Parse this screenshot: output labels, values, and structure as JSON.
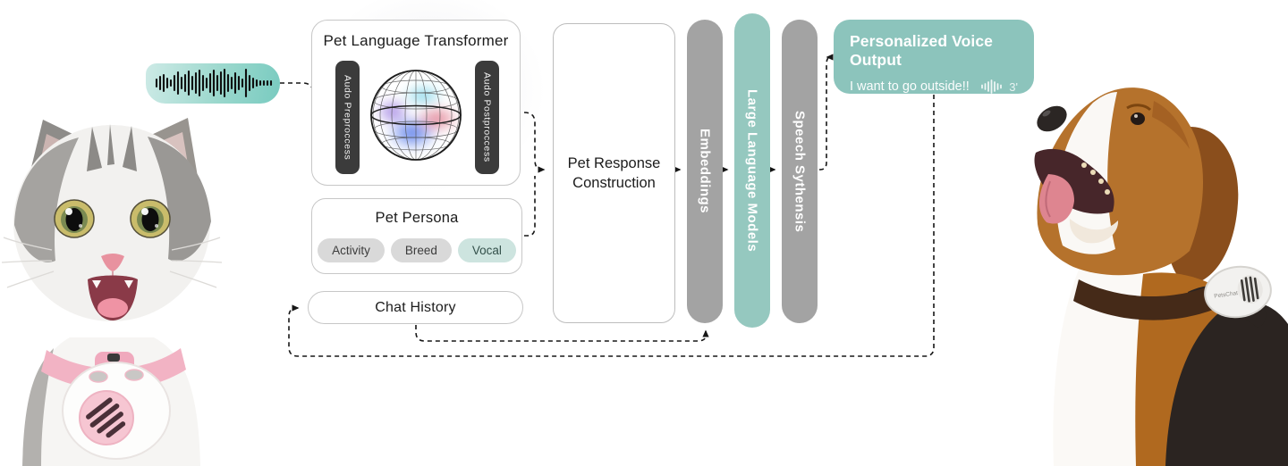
{
  "diagram": {
    "transformer": {
      "title": "Pet Language Transformer",
      "pre_label": "Audo Preproccess",
      "post_label": "Audo Postproccess"
    },
    "persona": {
      "title": "Pet Persona",
      "chips": [
        {
          "label": "Activity",
          "highlighted": false
        },
        {
          "label": "Breed",
          "highlighted": false
        },
        {
          "label": "Vocal",
          "highlighted": true
        }
      ]
    },
    "chat_history": {
      "title": "Chat History"
    },
    "response_construction": {
      "line1": "Pet Response",
      "line2": "Construction"
    },
    "pipeline": [
      {
        "label": "Embeddings",
        "color": "#a3a3a3"
      },
      {
        "label": "Large Language Models",
        "color": "#95c8bf"
      },
      {
        "label": "Speech Sythensis",
        "color": "#a3a3a3"
      }
    ],
    "voice_output": {
      "title": "Personalized Voice Output",
      "message": "I want to go outside!!",
      "duration": "3'"
    }
  },
  "photos": {
    "dog_device_label": "PetsChat"
  },
  "colors": {
    "teal_bar": "#95c8bf",
    "gray_bar": "#a3a3a3",
    "dark_bar": "#3b3b3b",
    "output_box": "#8cc4bc",
    "chip_gray": "#d9d9d9",
    "chip_teal": "#cde4df",
    "bubble_gradient_start": "#cdeae6",
    "bubble_gradient_end": "#79cbc0",
    "connector": "#161616"
  }
}
